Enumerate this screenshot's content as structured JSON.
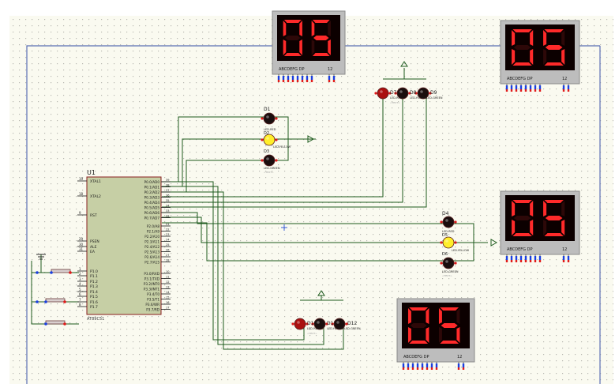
{
  "schematic": {
    "mcu": {
      "ref": "U1",
      "part": "AT89C51",
      "left_pins": [
        {
          "num": "19",
          "name": "XTAL1"
        },
        {
          "num": "18",
          "name": "XTAL2"
        },
        {
          "num": "9",
          "name": "RST"
        },
        {
          "num": "29",
          "name": "PSEN"
        },
        {
          "num": "30",
          "name": "ALE"
        },
        {
          "num": "31",
          "name": "EA"
        },
        {
          "num": "1",
          "name": "P1.0"
        },
        {
          "num": "2",
          "name": "P1.1"
        },
        {
          "num": "3",
          "name": "P1.2"
        },
        {
          "num": "4",
          "name": "P1.3"
        },
        {
          "num": "5",
          "name": "P1.4"
        },
        {
          "num": "6",
          "name": "P1.5"
        },
        {
          "num": "7",
          "name": "P1.6"
        },
        {
          "num": "8",
          "name": "P1.7"
        }
      ],
      "right_pins_top": [
        {
          "num": "39",
          "name": "P0.0/AD0"
        },
        {
          "num": "38",
          "name": "P0.1/AD1"
        },
        {
          "num": "37",
          "name": "P0.2/AD2"
        },
        {
          "num": "36",
          "name": "P0.3/AD3"
        },
        {
          "num": "35",
          "name": "P0.4/AD4"
        },
        {
          "num": "34",
          "name": "P0.5/AD5"
        },
        {
          "num": "33",
          "name": "P0.6/AD6"
        },
        {
          "num": "32",
          "name": "P0.7/AD7"
        }
      ],
      "right_pins_mid": [
        {
          "num": "21",
          "name": "P2.0/A8"
        },
        {
          "num": "22",
          "name": "P2.1/A9"
        },
        {
          "num": "23",
          "name": "P2.2/A10"
        },
        {
          "num": "24",
          "name": "P2.3/A11"
        },
        {
          "num": "25",
          "name": "P2.4/A12"
        },
        {
          "num": "26",
          "name": "P2.5/A13"
        },
        {
          "num": "27",
          "name": "P2.6/A14"
        },
        {
          "num": "28",
          "name": "P2.7/A15"
        }
      ],
      "right_pins_bot": [
        {
          "num": "10",
          "name": "P3.0/RXD"
        },
        {
          "num": "11",
          "name": "P3.1/TXD"
        },
        {
          "num": "12",
          "name": "P3.2/INT0"
        },
        {
          "num": "13",
          "name": "P3.3/INT1"
        },
        {
          "num": "14",
          "name": "P3.4/T0"
        },
        {
          "num": "15",
          "name": "P3.5/T1"
        },
        {
          "num": "16",
          "name": "P3.6/WR"
        },
        {
          "num": "17",
          "name": "P3.7/RD"
        }
      ]
    },
    "displays": {
      "value": "05",
      "segment_label": "ABCDEFG  DP",
      "digit_label": "12"
    },
    "led_groups": [
      {
        "refs": [
          "D1",
          "D2",
          "D3"
        ],
        "types": [
          "LED-RED",
          "LED-YELLOW",
          "LED-GREEN"
        ]
      },
      {
        "refs": [
          "D7",
          "D8",
          "D9"
        ],
        "types": [
          "LED-RED",
          "LED-YELLOW",
          "LED-GREEN"
        ]
      },
      {
        "refs": [
          "D4",
          "D5",
          "D6"
        ],
        "types": [
          "LED-RED",
          "LED-YELLOW",
          "LED-GREEN"
        ]
      },
      {
        "refs": [
          "D10",
          "D11",
          "D12"
        ],
        "types": [
          "LED-RED",
          "LED-YELLOW",
          "LED-GREEN"
        ]
      }
    ],
    "text_placeholder": "<TEXT>",
    "colors": {
      "background": "#fafaf0",
      "dot_grid": "#b8b8b0",
      "wire": "#1d5a1d",
      "sheet_border": "#5a6fb4",
      "chip_body": "#c6cfa5",
      "chip_border": "#8a1e1e",
      "display_frame": "#8a8a8a",
      "display_bg": "#0c0000",
      "segment_on": "#ff2a2a",
      "segment_off": "#2d0808",
      "led_red": "#aa1010",
      "led_yellow": "#ffee2a",
      "led_dark": "#1a0e0e",
      "pin_red": "#e01a1a",
      "pin_blue": "#1a3fe0"
    }
  }
}
